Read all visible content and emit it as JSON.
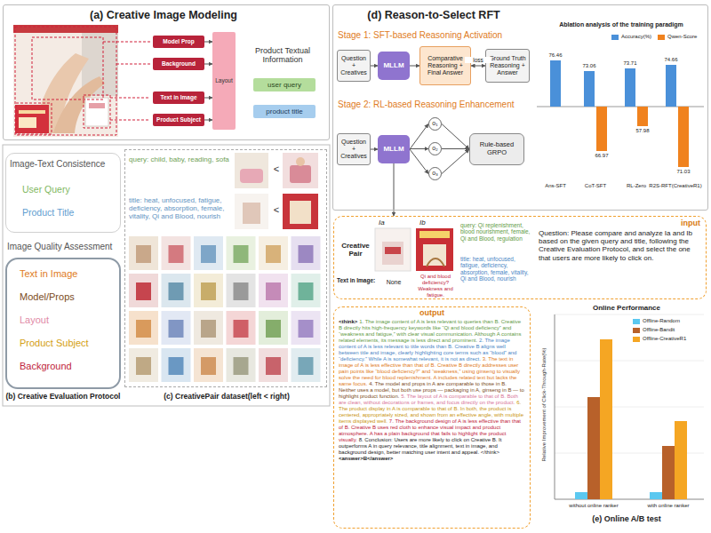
{
  "diagram": {
    "nodes": [
      {
        "text": [
          "(a) Creative Image Modeling"
        ]
      },
      {
        "text": [
          "Model Prop"
        ],
        "in": 0
      },
      {
        "text": [
          "Background"
        ],
        "in": 0
      },
      {
        "text": [
          "Text in Image"
        ],
        "in": 0
      },
      {
        "text": [
          "Product Subject"
        ],
        "in": 0
      },
      {
        "text": [
          "Layout"
        ],
        "in": 0
      },
      {
        "text": [
          "user query"
        ],
        "in": 0
      },
      {
        "text": [
          "product title"
        ],
        "in": 0
      },
      {
        "text": [
          "Image-Text Consistence",
          "User Query",
          "Product Title"
        ]
      },
      {
        "text": [
          "Image Quality Assessment",
          "Text in Image",
          "Model/Props",
          "Layout",
          "Product Subject",
          "Background"
        ]
      },
      {
        "text": [
          "query: child, baby, reading, sofa",
          "title: heat, unfocused, fatigue, deficiency, absorption, female, vitality, Qi and Blood, nourish"
        ]
      },
      {
        "text": [
          "(d) Reason-to-Select RFT"
        ]
      },
      {
        "text": [
          "Question + Creatives"
        ],
        "in": 11
      },
      {
        "text": [
          "MLLM"
        ],
        "in": 11
      },
      {
        "text": [
          "Comparative Reasoning + Final Answer"
        ],
        "in": 11
      },
      {
        "text": [
          "Ground Truth Reasoning + Answer"
        ],
        "in": 11
      },
      {
        "text": [
          "Question + Creatives"
        ],
        "in": 11
      },
      {
        "text": [
          "MLLM"
        ],
        "in": 11
      },
      {
        "text": [
          "o₁"
        ],
        "in": 11
      },
      {
        "text": [
          "o₂"
        ],
        "in": 11
      },
      {
        "text": [
          "o₃"
        ],
        "in": 11
      },
      {
        "text": [
          "Rule-based GRPO"
        ],
        "in": 11
      },
      {
        "text": [
          "input",
          "Creative Pair",
          "Ia",
          "Ib",
          "Text in Image:",
          "None",
          "Qi and blood deficiency? Weakness and fatigue.",
          "query: Qi replenishment, blood nourishment, female, Qi and Blood, regulation",
          "title: heat, unfocused, fatigue, deficiency, absorption, female, vitality, Qi and Blood, nourish",
          "Question: Please compare and analyze Ia and Ib based on the given query and title, following the Creative Evaluation Protocol, and select the one that users are more likely to click on."
        ]
      },
      {
        "text": [
          "output",
          "<think>",
          "1. The image content of A is less relevant to queries than B. Creative B directly hits high-frequency keywords like “Qi and blood deficiency” and “weakness and fatigue,” with clear visual communication. Although A contains related elements, its message is less direct and prominent.",
          "2. The image content of A is less relevant to title words than B. Creative B aligns well between title and image, clearly highlighting core terms such as “blood” and “deficiency.” While A is somewhat relevant, it is not as direct.",
          "3. The text in image of A is less effective than that of B. Creative B directly addresses user pain points like “blood deficiency?” and “weakness,” using ginseng to visually solve the need for blood replenishment. A includes related text but lacks the same focus.",
          "4. The model and props in A are comparable to those in B. Neither uses a model, but both use props — packaging in A, ginseng in B — to highlight product function.",
          "5. The layout of A is comparable to that of B. Both are clean, without decorations or frames, and focus directly on the product.",
          "6. The product display in A is comparable to that of B. In both, the product is centered, appropriately sized, and shown from an effective angle, with multiple items displayed well.",
          "7. The background design of A is less effective than that of B. Creative B uses red cloth to enhance visual impact and product atmosphere. A has a plain background that fails to highlight the product visually.",
          "8. Conclusion: Users are more likely to click on Creative B. It outperforms A in query relevance, title alignment, text in image, and background design, better matching user intent and appeal. </think>",
          "<answer>B</answer>"
        ]
      }
    ],
    "edges": [
      {
        "from": 1,
        "to": 5,
        "arrow": "to"
      },
      {
        "from": 2,
        "to": 5,
        "arrow": "to"
      },
      {
        "from": 3,
        "to": 5,
        "arrow": "to"
      },
      {
        "from": 4,
        "to": 5,
        "arrow": "to"
      },
      {
        "from": 12,
        "to": 13,
        "arrow": "to"
      },
      {
        "from": 13,
        "to": 14,
        "arrow": "to"
      },
      {
        "from": 14,
        "to": 15,
        "label": "loss",
        "arrow": "both"
      },
      {
        "from": 16,
        "to": 17,
        "arrow": "to"
      },
      {
        "from": 17,
        "to": 18,
        "arrow": "to"
      },
      {
        "from": 17,
        "to": 19,
        "arrow": "to"
      },
      {
        "from": 17,
        "to": 20,
        "arrow": "to"
      },
      {
        "from": 18,
        "to": 21,
        "arrow": "to"
      },
      {
        "from": 19,
        "to": 21,
        "arrow": "to"
      },
      {
        "from": 20,
        "to": 21,
        "arrow": "to"
      },
      {
        "from": 17,
        "to": 22,
        "arrow": "to"
      }
    ],
    "labels": [
      "Product Textual Information",
      "(b) Creative Evaluation Protocol",
      "(c) CreativePair dataset(left < right)",
      "<",
      "<",
      "Stage 1: SFT-based Reasoning Activation",
      "Stage 2: RL-based Reasoning Enhancement",
      "Ablation analysis of the training paradigm",
      "76.46",
      "73.06",
      "73.71",
      "74.66",
      "66.97",
      "57.98",
      "71.03",
      "Ans-SFT",
      "CoT-SFT",
      "RL-Zero",
      "R2S-RFT(CreativeR1)",
      "Online Performance",
      "Relative Improvement of Click-Through-Rate(%)",
      "without online ranker",
      "with online ranker",
      "(e) Online A/B test"
    ],
    "legend": [
      {
        "text": "Accuracy(%)",
        "color": "#4a90d9"
      },
      {
        "text": "Qwen-Score",
        "color": "#f0821e"
      },
      {
        "text": "Offline-Random",
        "color": "#5bc8f0"
      },
      {
        "text": "Offline-Bandit",
        "color": "#b8612a"
      },
      {
        "text": "Offline-CreativeR1",
        "color": "#f5a623"
      }
    ]
  }
}
